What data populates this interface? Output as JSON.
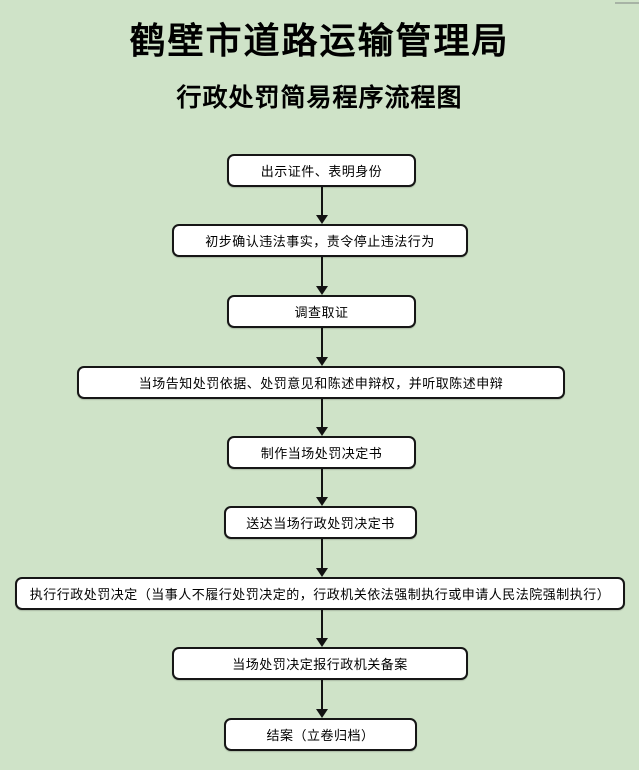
{
  "colors": {
    "background": "#cfe3c8",
    "box_fill": "#ffffff",
    "line": "#161616",
    "text": "#000000"
  },
  "header": {
    "title": "鹤壁市道路运输管理局",
    "subtitle": "行政处罚简易程序流程图"
  },
  "flowchart": {
    "connector_style": "down-arrow",
    "steps": [
      {
        "label": "出示证件、表明身份"
      },
      {
        "label": "初步确认违法事实，责令停止违法行为"
      },
      {
        "label": "调查取证"
      },
      {
        "label": "当场告知处罚依据、处罚意见和陈述申辩权，并听取陈述申辩"
      },
      {
        "label": "制作当场处罚决定书"
      },
      {
        "label": "送达当场行政处罚决定书"
      },
      {
        "label": "执行行政处罚决定（当事人不履行处罚决定的，行政机关依法强制执行或申请人民法院强制执行）"
      },
      {
        "label": "当场处罚决定报行政机关备案"
      },
      {
        "label": "结案（立卷归档）"
      }
    ]
  }
}
